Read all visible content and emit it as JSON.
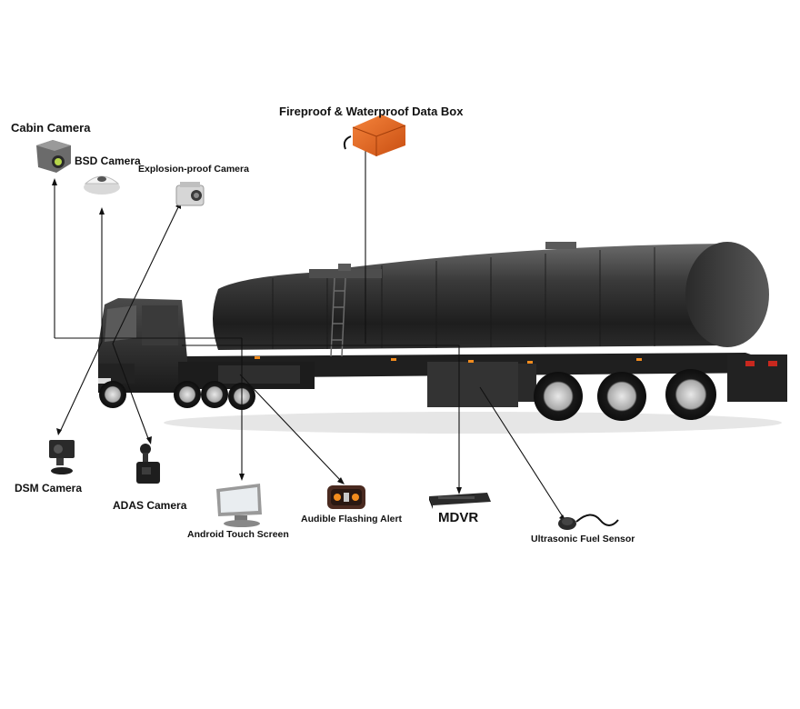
{
  "diagram": {
    "labels": {
      "data_box": "Fireproof & Waterproof Data Box",
      "cabin_camera": "Cabin Camera",
      "bsd_camera": "BSD Camera",
      "explosion_camera": "Explosion-proof Camera",
      "dsm_camera": "DSM Camera",
      "adas_camera": "ADAS Camera",
      "touch_screen": "Android Touch Screen",
      "flashing_alert": "Audible Flashing Alert",
      "mdvr": "MDVR",
      "fuel_sensor": "Ultrasonic Fuel Sensor"
    },
    "icons": {
      "data_box": "orange-data-box-icon",
      "cabin_camera": "cabin-camera-icon",
      "bsd_camera": "dome-camera-icon",
      "explosion_camera": "explosion-proof-camera-icon",
      "dsm_camera": "dsm-camera-icon",
      "adas_camera": "adas-camera-icon",
      "touch_screen": "touch-screen-monitor-icon",
      "flashing_alert": "flashing-alert-icon",
      "mdvr": "mdvr-recorder-icon",
      "fuel_sensor": "ultrasonic-sensor-icon"
    },
    "colors": {
      "connector_line": "#111111",
      "tanker_body": "#2b2b2b",
      "data_box": "#e8641e",
      "warning_light": "#f28c1e"
    }
  }
}
